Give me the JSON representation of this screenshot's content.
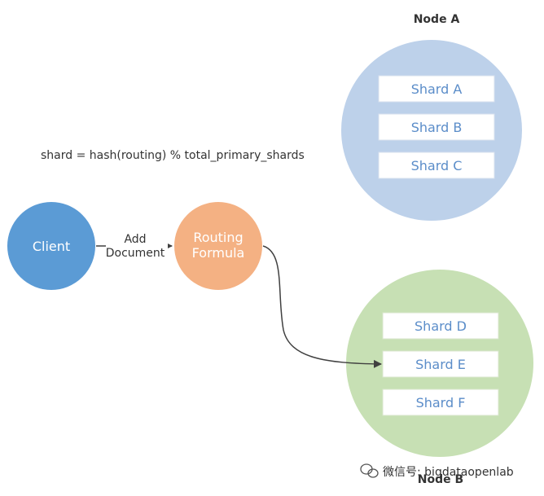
{
  "formula": "shard = hash(routing) % total_primary_shards",
  "nodes": {
    "a": {
      "label": "Node A",
      "shards": [
        "Shard A",
        "Shard B",
        "Shard C"
      ]
    },
    "b": {
      "label": "Node B",
      "shards": [
        "Shard D",
        "Shard E",
        "Shard F"
      ]
    }
  },
  "client": {
    "label": "Client"
  },
  "routing": {
    "line1": "Routing",
    "line2": "Formula"
  },
  "edge": {
    "line1": "Add",
    "line2": "Document"
  },
  "watermark": "微信号: bigdataopenlab",
  "colors": {
    "node_a_fill": "#bdd1ea",
    "node_b_fill": "#c7e0b4",
    "client_fill": "#5b9bd5",
    "routing_fill": "#f4b183",
    "shard_text": "#5b8dc9",
    "arrow": "#404040"
  }
}
